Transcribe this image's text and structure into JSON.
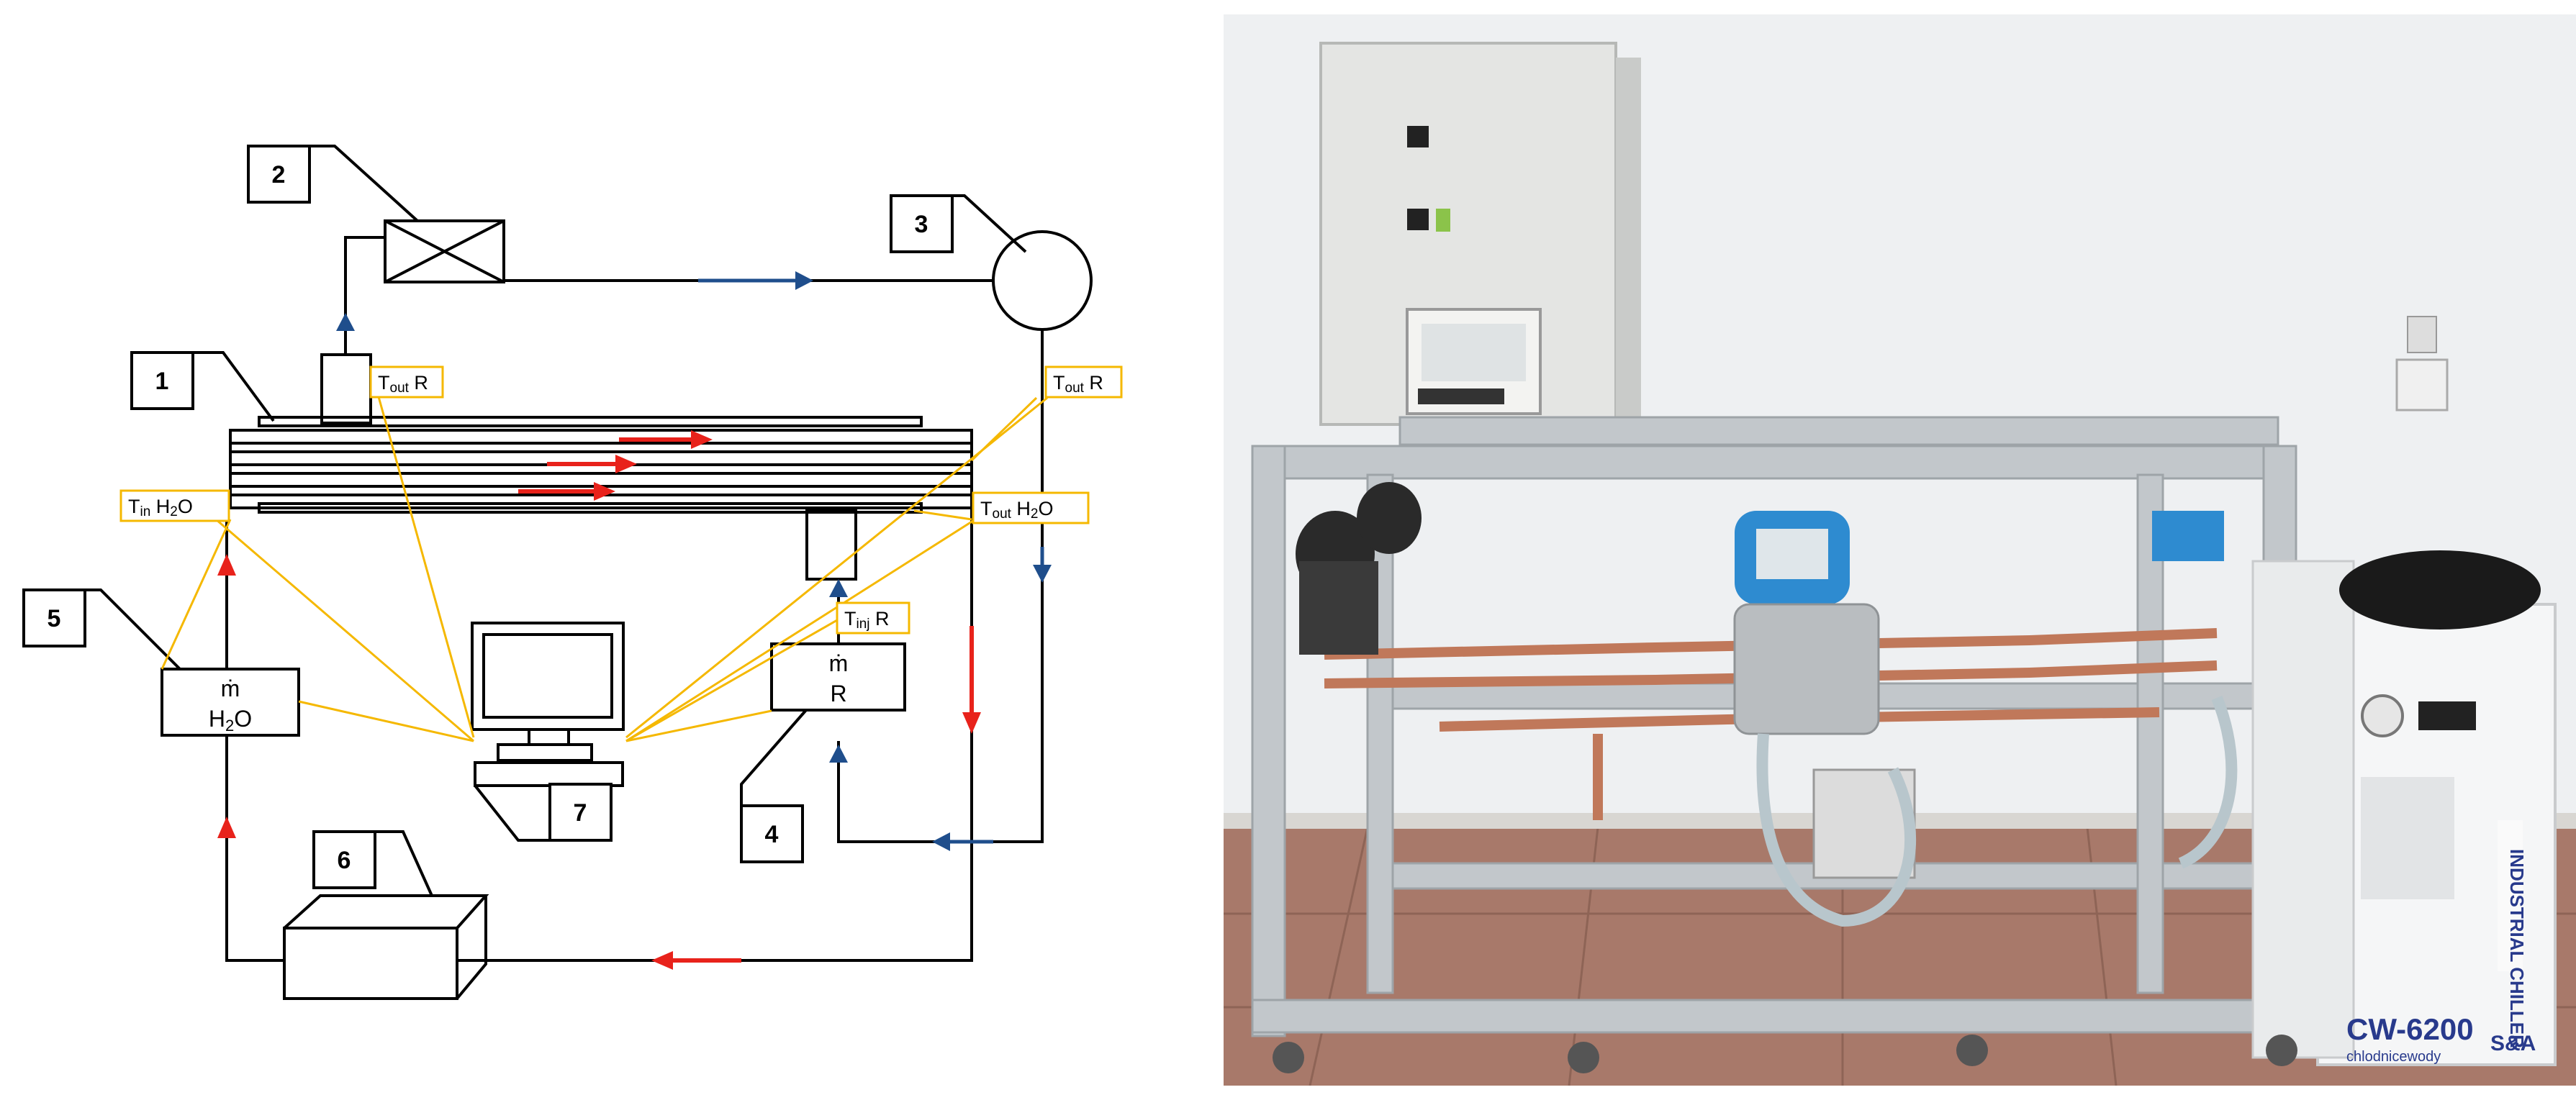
{
  "diagram": {
    "callouts": [
      "1",
      "2",
      "3",
      "4",
      "5",
      "6",
      "7"
    ],
    "sensors": {
      "t_out_r_top": {
        "main": "T",
        "sub": "out",
        "suffix": " R"
      },
      "t_out_r_right": {
        "main": "T",
        "sub": "out",
        "suffix": " R"
      },
      "t_in_h2o": {
        "main": "T",
        "sub": "in",
        "suffix": " H",
        "sub2": "2",
        "suffix2": "O"
      },
      "t_out_h2o": {
        "main": "T",
        "sub": "out",
        "suffix": " H",
        "sub2": "2",
        "suffix2": "O"
      },
      "t_inj_r": {
        "main": "T",
        "sub": "inj",
        "suffix": " R"
      }
    },
    "flowmeter_water": {
      "line1": "ṁ",
      "line2_a": "H",
      "line2_sub": "2",
      "line2_b": "O"
    },
    "flowmeter_refrigerant": {
      "line1": "ṁ",
      "line2": "R"
    },
    "colors": {
      "line": "#000000",
      "sensor_link": "#f5b800",
      "refrigerant_arrow": "#1f4e8c",
      "water_arrow": "#e8221b"
    }
  },
  "photo": {
    "chiller_brand": "CW-6200",
    "chiller_sub": "chlodnicewody",
    "chiller_logo": "S&A",
    "chiller_side_label": "INDUSTRIAL CHILLER"
  }
}
